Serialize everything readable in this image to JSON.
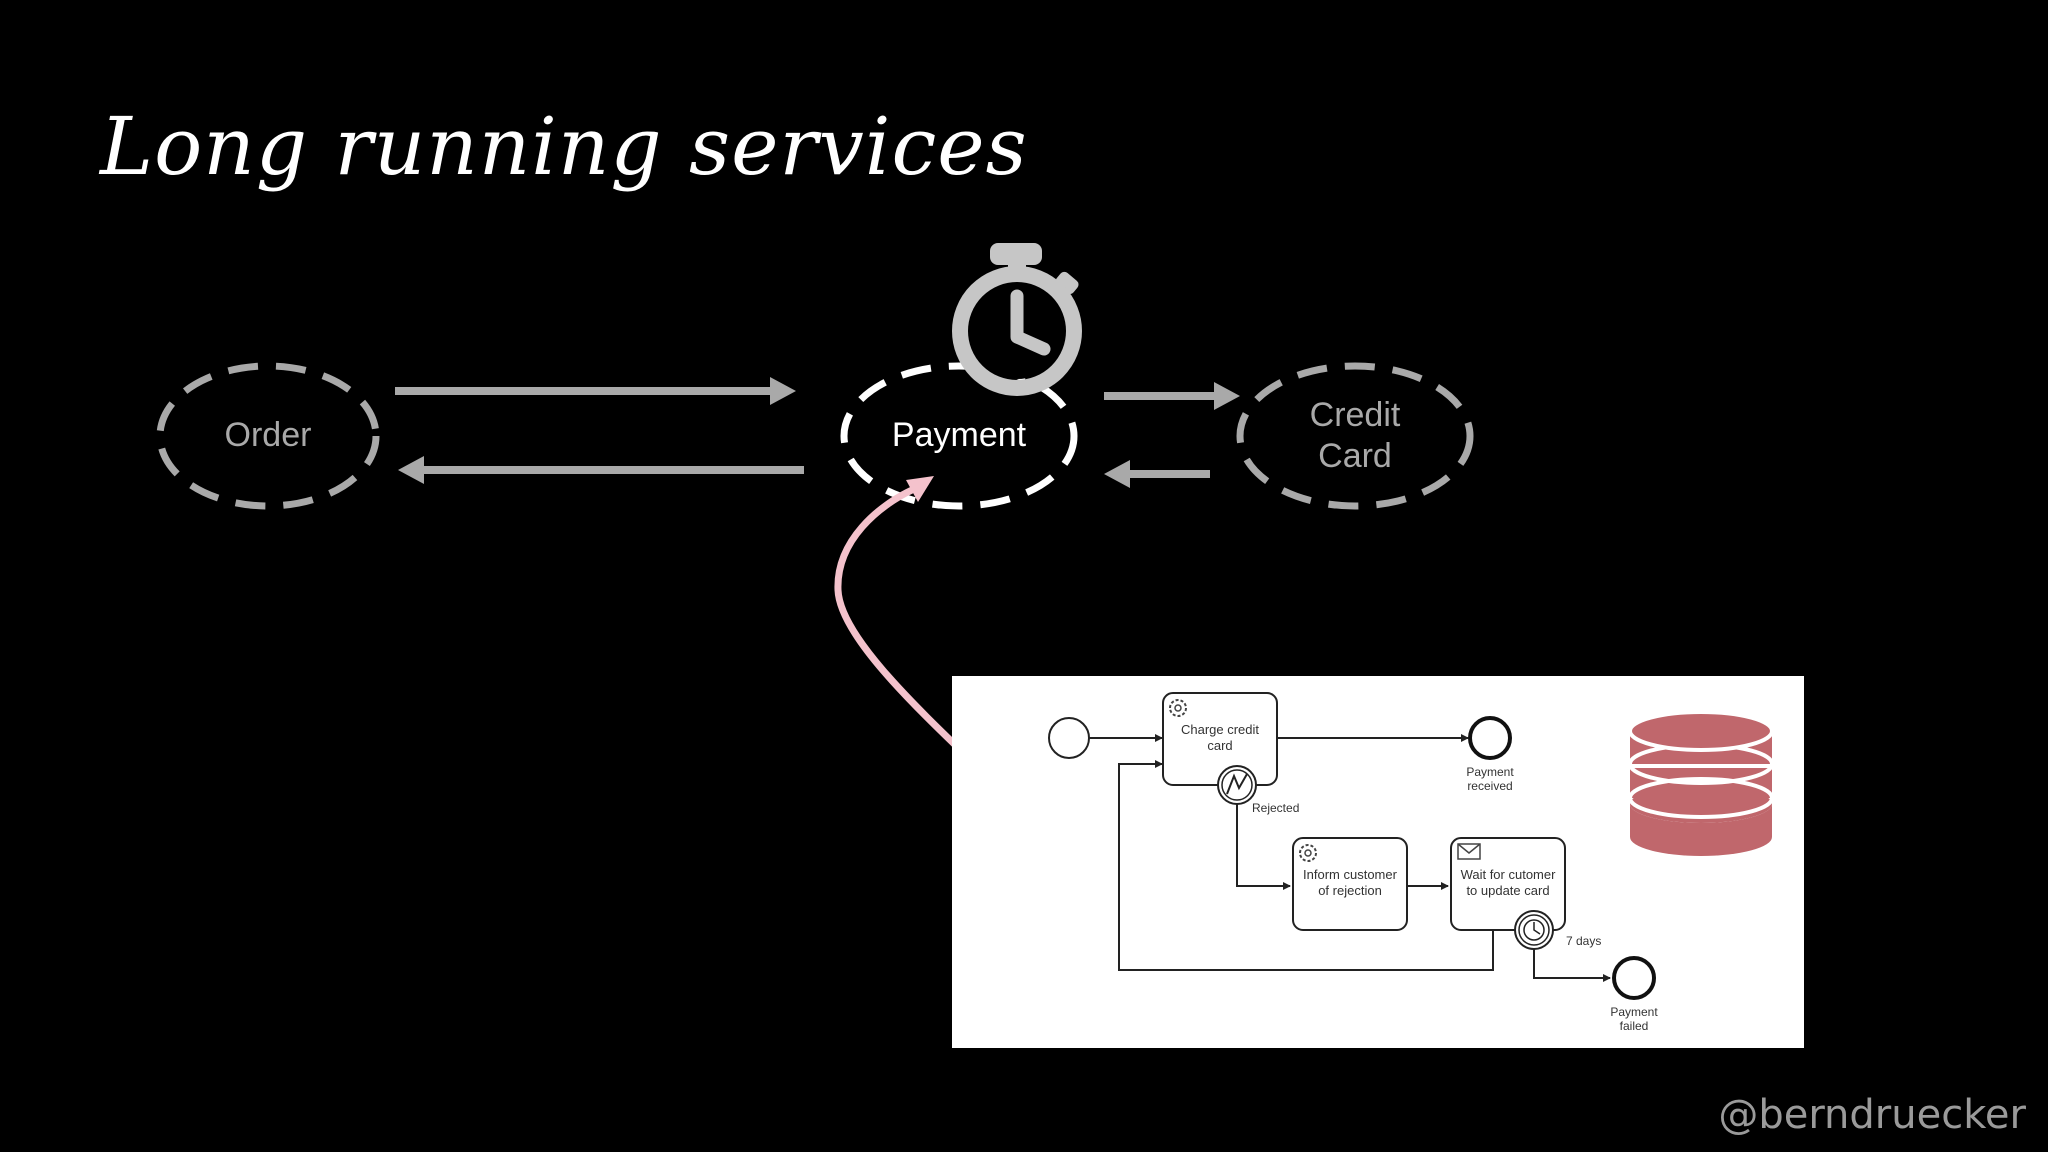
{
  "slide": {
    "title": "Long running services",
    "handle": "@berndruecker"
  },
  "services": {
    "order": "Order",
    "payment": "Payment",
    "credit_card_line1": "Credit",
    "credit_card_line2": "Card"
  },
  "icons": {
    "stopwatch": "stopwatch-icon",
    "database": "database-icon"
  },
  "colors": {
    "background": "#000000",
    "dashed_gray": "#a9a9a9",
    "dashed_white": "#ffffff",
    "pink_arrow": "#f4c2cc",
    "database": "#c0676c"
  },
  "bpmn": {
    "task_charge_line1": "Charge credit",
    "task_charge_line2": "card",
    "rejected": "Rejected",
    "end_received_line1": "Payment",
    "end_received_line2": "received",
    "task_inform_line1": "Inform customer",
    "task_inform_line2": "of rejection",
    "task_wait_line1": "Wait for cutomer",
    "task_wait_line2": "to update card",
    "timer_label": "7 days",
    "end_failed_line1": "Payment",
    "end_failed_line2": "failed"
  }
}
